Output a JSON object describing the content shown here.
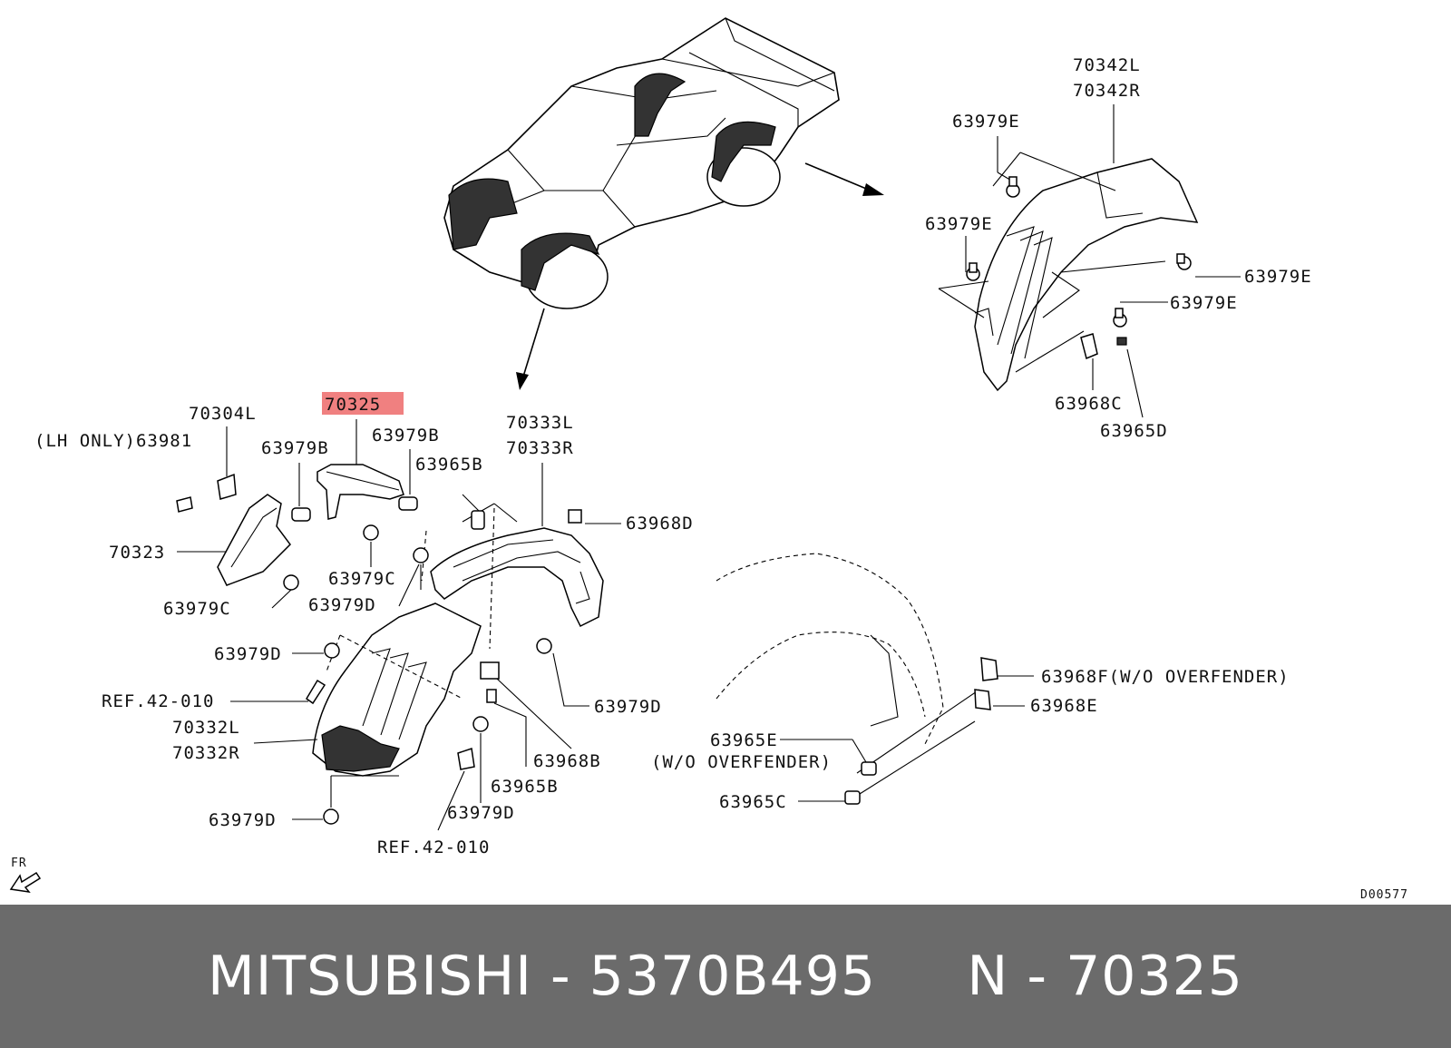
{
  "labels": {
    "l70342L": "70342L",
    "l70342R": "70342R",
    "l63979E_a": "63979E",
    "l63979E_b": "63979E",
    "l63979E_c": "63979E",
    "l63979E_d": "63979E",
    "l63968C": "63968C",
    "l63965D": "63965D",
    "l70325": "70325",
    "l70304L": "70304L",
    "lLhOnly": "(LH ONLY)63981",
    "l63979B_a": "63979B",
    "l63979B_b": "63979B",
    "l63965B_a": "63965B",
    "l70333L": "70333L",
    "l70333R": "70333R",
    "l63968D": "63968D",
    "l70323": "70323",
    "l63979C_a": "63979C",
    "l63979C_b": "63979C",
    "l63979D_a": "63979D",
    "l63979D_b": "63979D",
    "l63979D_c": "63979D",
    "l63979D_d": "63979D",
    "l63979D_e": "63979D",
    "lRef_a": "REF.42-010",
    "lRef_b": "REF.42-010",
    "l70332L": "70332L",
    "l70332R": "70332R",
    "l63968B": "63968B",
    "l63965B_b": "63965B",
    "l63968F": "63968F(W/O OVERFENDER)",
    "l63968E": "63968E",
    "l63965E": "63965E",
    "lWoOverfender": "(W/O OVERFENDER)",
    "l63965C": "63965C",
    "fr": "FR",
    "code": "D00577"
  },
  "highlight_color": "#f08080",
  "footer": {
    "text": "MITSUBISHI - 5370B495     N - 70325"
  }
}
